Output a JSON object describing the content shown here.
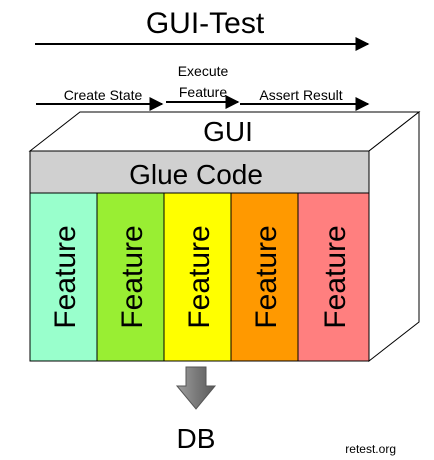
{
  "title": "GUI-Test",
  "steps": [
    {
      "label": "Create State"
    },
    {
      "label_line1": "Execute",
      "label_line2": "Feature"
    },
    {
      "label": "Assert Result"
    }
  ],
  "gui_label": "GUI",
  "glue_label": "Glue Code",
  "features": [
    {
      "label": "Feature",
      "color": "#99ffcc"
    },
    {
      "label": "Feature",
      "color": "#99ee33"
    },
    {
      "label": "Feature",
      "color": "#ffff00"
    },
    {
      "label": "Feature",
      "color": "#ff9900"
    },
    {
      "label": "Feature",
      "color": "#ff7f7f"
    }
  ],
  "db_label": "DB",
  "footer": "retest.org",
  "colors": {
    "glue_bg": "#d0d0d0",
    "arrow_gray": "#808080",
    "stroke": "#000000"
  }
}
